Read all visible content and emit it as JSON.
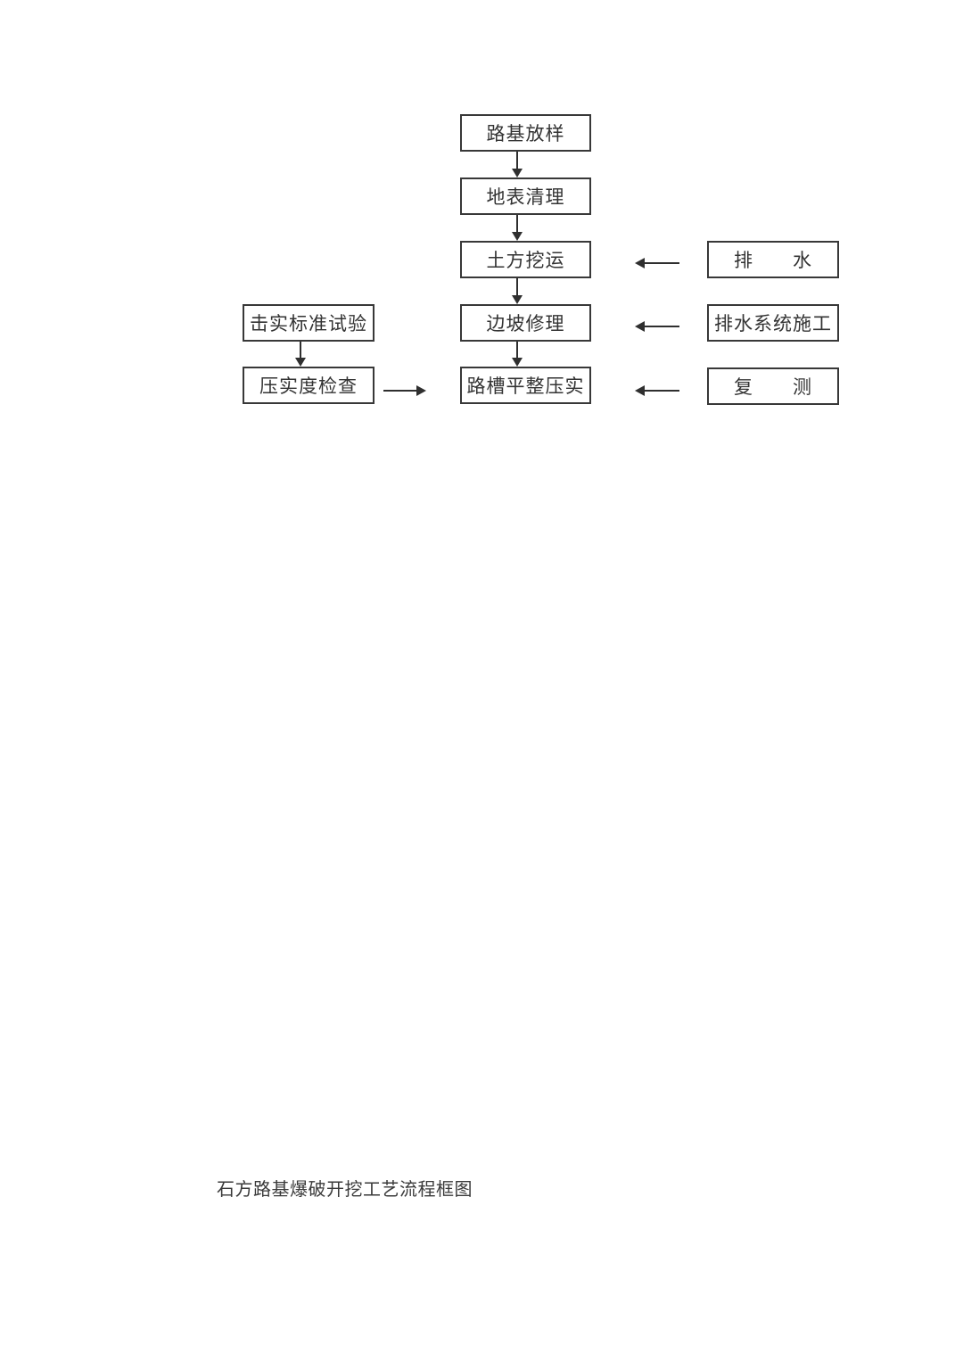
{
  "document": {
    "background_color": "#ffffff",
    "caption": "石方路基爆破开挖工艺流程框图"
  },
  "flowchart": {
    "line_color": "#2f2f2f",
    "border_color": "#383838",
    "text_color": "#333333",
    "center_boxes": [
      {
        "label": "路基放样"
      },
      {
        "label": "地表清理"
      },
      {
        "label": "土方挖运"
      },
      {
        "label": "边坡修理"
      },
      {
        "label": "路槽平整压实"
      }
    ],
    "left_boxes": [
      {
        "label": "击实标准试验"
      },
      {
        "label": "压实度检查"
      }
    ],
    "right_boxes": [
      {
        "label": "排　　水"
      },
      {
        "label": "排水系统施工"
      },
      {
        "label": "复　　测"
      }
    ],
    "edges": [
      {
        "from": "路基放样",
        "to": "地表清理",
        "direction": "down"
      },
      {
        "from": "地表清理",
        "to": "土方挖运",
        "direction": "down"
      },
      {
        "from": "土方挖运",
        "to": "边坡修理",
        "direction": "down"
      },
      {
        "from": "边坡修理",
        "to": "路槽平整压实",
        "direction": "down"
      },
      {
        "from": "击实标准试验",
        "to": "压实度检查",
        "direction": "down"
      },
      {
        "from": "压实度检查",
        "to": "路槽平整压实",
        "direction": "right"
      },
      {
        "from": "排　　水",
        "to": "土方挖运",
        "direction": "left"
      },
      {
        "from": "排水系统施工",
        "to": "边坡修理",
        "direction": "left"
      },
      {
        "from": "复　　测",
        "to": "路槽平整压实",
        "direction": "left"
      }
    ]
  }
}
